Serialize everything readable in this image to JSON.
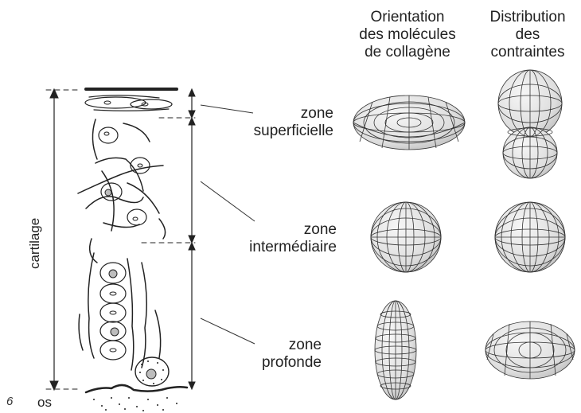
{
  "figure_number": "6",
  "column_headers": {
    "orientation": [
      "Orientation",
      "des molécules",
      "de collagène"
    ],
    "distribution": [
      "Distribution",
      "des",
      "contraintes"
    ]
  },
  "zones": [
    {
      "line1": "zone",
      "line2": "superficielle"
    },
    {
      "line1": "zone",
      "line2": "intermédiaire"
    },
    {
      "line1": "zone",
      "line2": "profonde"
    }
  ],
  "side_labels": {
    "cartilage": "cartilage",
    "bone": "os"
  },
  "colors": {
    "ink": "#222222",
    "mesh_fill": "#e9e9e9",
    "mesh_shade": "#cfcfcf",
    "nucleus": "#bdbdbd"
  }
}
